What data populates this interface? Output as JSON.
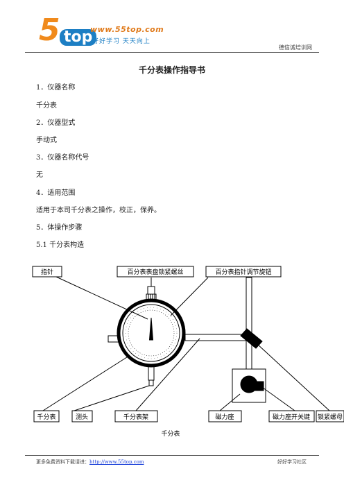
{
  "header": {
    "logo_number": "5",
    "logo_word": "top",
    "logo_url": "www.55top.com",
    "logo_slogan": "好好学习 天天向上",
    "right_text": "德信诚培训网"
  },
  "document": {
    "title": "千分表操作指导书",
    "lines": [
      "1．仪器名称",
      "千分表",
      "2．仪器型式",
      "手动式",
      "3．仪器名称代号",
      "无",
      "4．适用范围",
      "适用于本司千分表之操作，校正，保养。",
      "5．体操作步骤",
      "5.1 千分表构造"
    ]
  },
  "diagram": {
    "labels": {
      "pointer": "指针",
      "bezel_screw": "百分表表盘锁紧螺丝",
      "adjust_knob": "百分表指针调节旋钮",
      "gauge": "千分表",
      "probe": "测头",
      "gauge_stand": "千分表架",
      "magnetic_base": "磁力座",
      "magnet_switch": "磁力座开关键",
      "lock_nut": "锁紧螺母"
    },
    "caption": "千分表"
  },
  "footer": {
    "left_text": "更多免费资料下载请进：",
    "link_text": "http://www.55top.com",
    "right_text": "好好学习社区"
  }
}
